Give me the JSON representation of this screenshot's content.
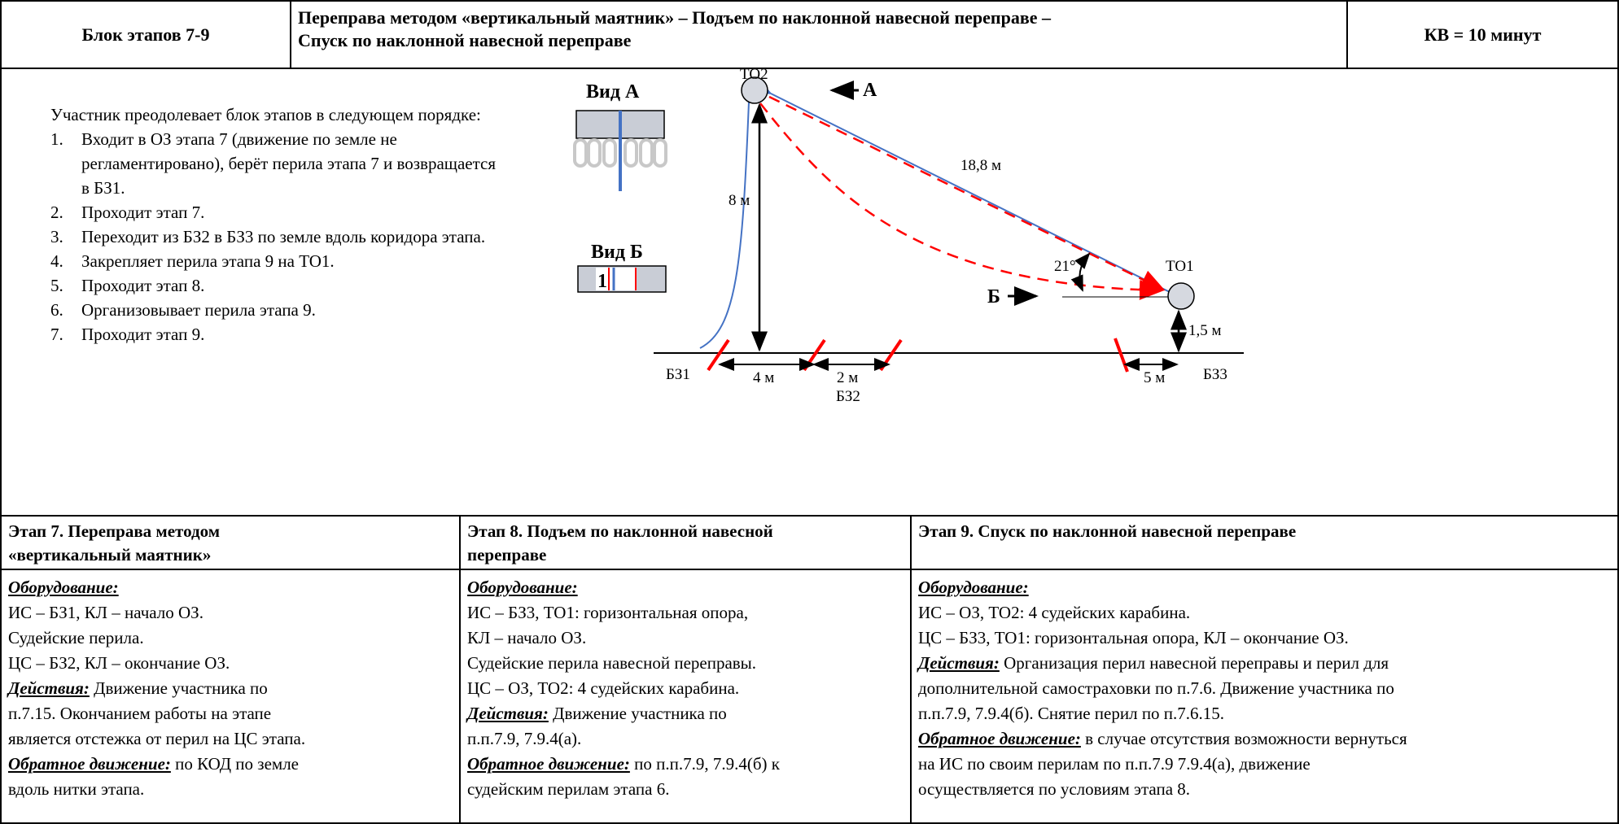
{
  "header": {
    "block": "Блок этапов 7-9",
    "title_line1": "Переправа методом «вертикальный маятник» – Подъем по наклонной навесной переправе –",
    "title_line2": "Спуск по наклонной навесной переправе",
    "time_limit": "КВ = 10 минут"
  },
  "intro": {
    "lead": "Участник преодолевает блок этапов в следующем порядке:",
    "steps": [
      {
        "num": "1.",
        "line1": "Входит в ОЗ этапа 7 (движение по земле не",
        "line2": "регламентировано), берёт перила этапа 7 и возвращается",
        "line3": "в БЗ1."
      },
      {
        "num": "2.",
        "line1": "Проходит этап 7."
      },
      {
        "num": "3.",
        "line1": "Переходит из БЗ2 в БЗ3 по земле вдоль коридора этапа."
      },
      {
        "num": "4.",
        "line1": "Закрепляет перила этапа 9 на ТО1."
      },
      {
        "num": "5.",
        "line1": "Проходит этап 8."
      },
      {
        "num": "6.",
        "line1": "Организовывает перила этапа 9."
      },
      {
        "num": "7.",
        "line1": "Проходит этап 9."
      }
    ]
  },
  "diagram": {
    "view_a": "Вид А",
    "view_b": "Вид Б",
    "view_b_number": "1",
    "to1": "ТО1",
    "to2": "ТО2",
    "arrow_a": "А",
    "arrow_b": "Б",
    "len_rope": "18,8 м",
    "height_to2": "8 м",
    "angle": "21°",
    "height_to1": "1,5 м",
    "dist_4": "4 м",
    "dist_2": "2 м",
    "dist_5": "5 м",
    "bz1": "БЗ1",
    "bz2": "БЗ2",
    "bz3": "БЗ3",
    "colors": {
      "rope": "#4472c4",
      "red": "#ff0000",
      "node": "#d6d9e0",
      "bar": "#c9cdd6"
    }
  },
  "stages": [
    {
      "title_line1": "Этап 7.  Переправа методом",
      "title_line2": "«вертикальный маятник»",
      "equipment_label": "Оборудование:",
      "equipment": [
        "ИС – БЗ1, КЛ – начало ОЗ.",
        "Судейские перила.",
        "ЦС – БЗ2, КЛ – окончание ОЗ."
      ],
      "actions_label": "Действия:",
      "actions": [
        " Движение участника по",
        "п.7.15. Окончанием работы на этапе",
        "является отстежка от перил на ЦС этапа."
      ],
      "back_label": "Обратное движение:",
      "back": [
        " по КОД по земле",
        "вдоль нитки этапа."
      ]
    },
    {
      "title_line1": "Этап 8. Подъем по наклонной навесной",
      "title_line2": "переправе",
      "equipment_label": "Оборудование:",
      "equipment": [
        "ИС – БЗ3, ТО1: горизонтальная опора,",
        "КЛ – начало ОЗ.",
        "Судейские перила навесной переправы.",
        "ЦС – ОЗ, ТО2: 4 судейских карабина."
      ],
      "actions_label": "Действия:",
      "actions": [
        " Движение участника по",
        "п.п.7.9, 7.9.4(а)."
      ],
      "back_label": "Обратное движение:",
      "back": [
        " по п.п.7.9, 7.9.4(б) к",
        "судейским перилам этапа 6."
      ]
    },
    {
      "title_line1": "Этап 9. Спуск по наклонной навесной переправе",
      "title_line2": "",
      "equipment_label": "Оборудование:",
      "equipment": [
        "ИС – ОЗ, ТО2: 4 судейских карабина.",
        "ЦС – БЗ3, ТО1: горизонтальная опора, КЛ – окончание ОЗ."
      ],
      "actions_label": "Действия:",
      "actions": [
        " Организация перил навесной переправы и перил для",
        "дополнительной самостраховки по п.7.6. Движение участника по",
        "п.п.7.9, 7.9.4(б). Снятие перил по п.7.6.15."
      ],
      "back_label": "Обратное движение:",
      "back": [
        " в случае отсутствия возможности вернуться",
        "на ИС по своим перилам по п.п.7.9 7.9.4(а), движение",
        "осуществляется по условиям этапа 8."
      ]
    }
  ]
}
